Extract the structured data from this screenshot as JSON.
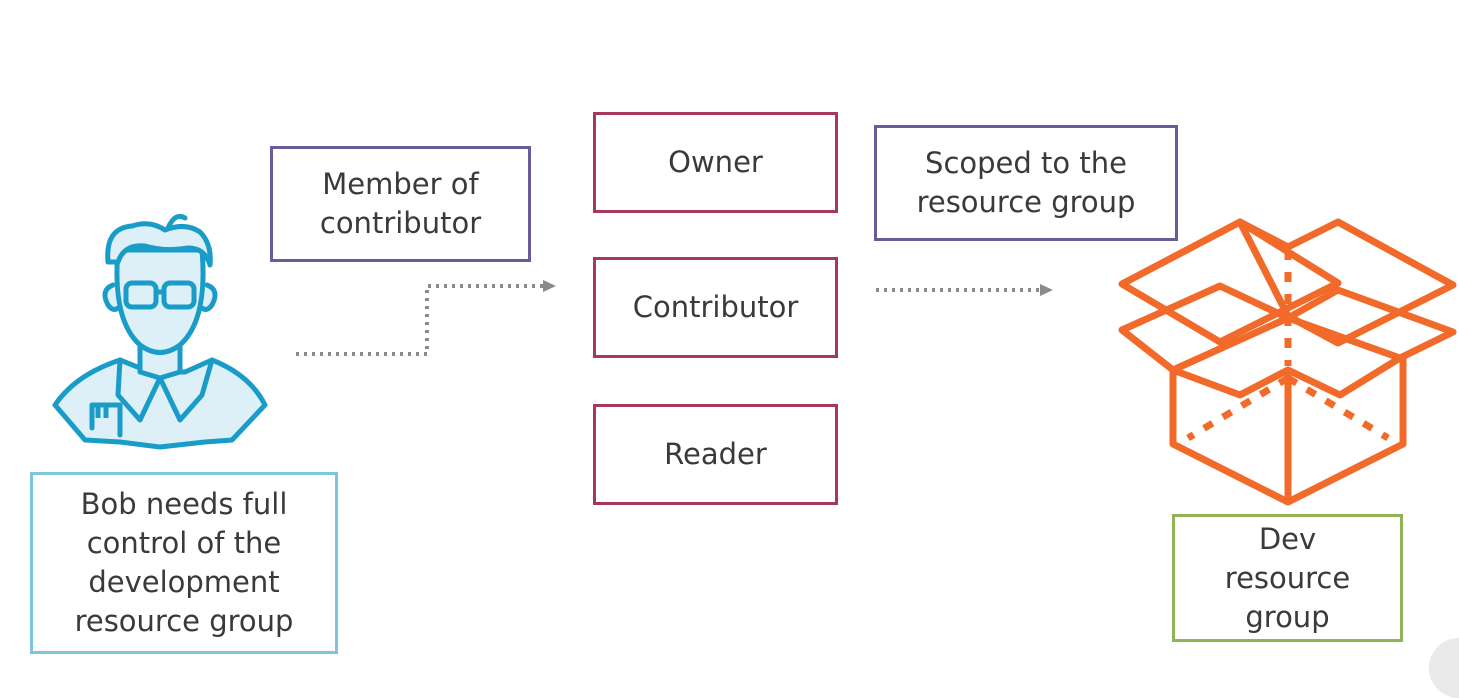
{
  "user_note": {
    "lines": [
      "Bob needs full",
      "control of the",
      "development",
      "resource group"
    ]
  },
  "membership": {
    "lines": [
      "Member of",
      "contributor"
    ]
  },
  "roles": [
    {
      "label": "Owner"
    },
    {
      "label": "Contributor"
    },
    {
      "label": "Reader"
    }
  ],
  "scope": {
    "lines": [
      "Scoped to the",
      "resource group"
    ]
  },
  "target": {
    "lines": [
      "Dev",
      "resource",
      "group"
    ]
  },
  "colors": {
    "person": "#1a9cc8",
    "person_fill": "#ddf0f8",
    "box_icon": "#f26a2a",
    "purple_border": "#6b5b9a",
    "maroon_border": "#a8385a",
    "cyan_border": "#7cc6df",
    "green_border": "#8fb356",
    "connector": "#8a8a8a"
  },
  "icons": {
    "person": "developer-person-icon",
    "resource_group": "open-box-icon"
  }
}
